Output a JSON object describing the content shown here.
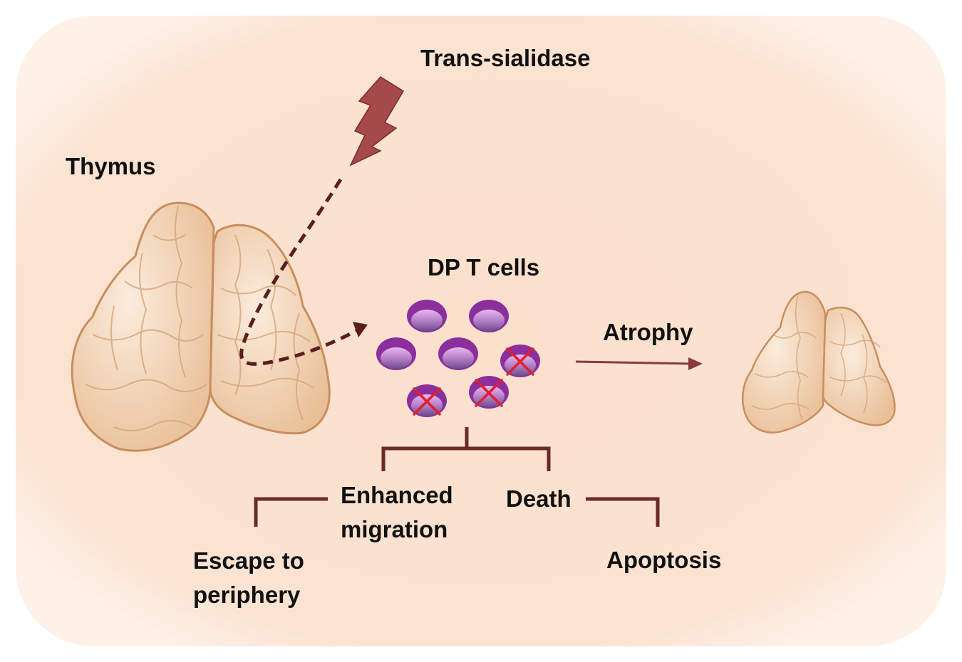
{
  "labels": {
    "trans_sialidase": "Trans-sialidase",
    "thymus": "Thymus",
    "dp_t_cells": "DP T cells",
    "atrophy": "Atrophy",
    "enhanced_migration_line1": "Enhanced",
    "enhanced_migration_line2": "migration",
    "death": "Death",
    "escape_line1": "Escape to",
    "escape_line2": "periphery",
    "apoptosis": "Apoptosis"
  },
  "colors": {
    "background_panel": "#fbe3d2",
    "arrow_dark": "#5a1e1e",
    "bolt": "#a44a4a",
    "bracket": "#6b2a2a",
    "cell_purple": "#8a2f9c",
    "cross_red": "#e0202a",
    "thymus_fill": "#f2d3b6",
    "thymus_stroke": "#c98e5e"
  },
  "cells": {
    "total": 7,
    "dying": 3
  }
}
